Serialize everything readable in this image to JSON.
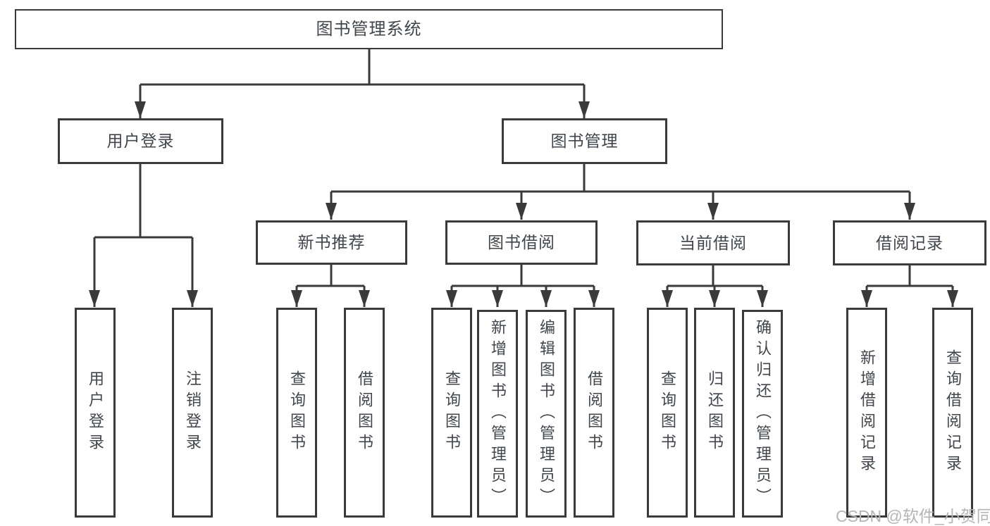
{
  "tree": {
    "root": {
      "label": "图书管理系统"
    },
    "children": [
      {
        "label": "用户登录",
        "children": [
          "用户登录",
          "注销登录"
        ]
      },
      {
        "label": "图书管理",
        "children": [
          {
            "label": "新书推荐",
            "children": [
              "查询图书",
              "借阅图书"
            ]
          },
          {
            "label": "图书借阅",
            "children": [
              "查询图书",
              "新增图书（管理员）",
              "编辑图书（管理员）",
              "借阅图书"
            ]
          },
          {
            "label": "当前借阅",
            "children": [
              "查询图书",
              "归还图书",
              "确认归还（管理员）"
            ]
          },
          {
            "label": "借阅记录",
            "children": [
              "新增借阅记录",
              "查询借阅记录"
            ]
          }
        ]
      }
    ]
  },
  "watermark": "CSDN @软件_小贺同学",
  "colors": {
    "line": "#3a3a3a",
    "text": "#41454c",
    "watermark": "#b3b5b9",
    "background": "#ffffff"
  }
}
